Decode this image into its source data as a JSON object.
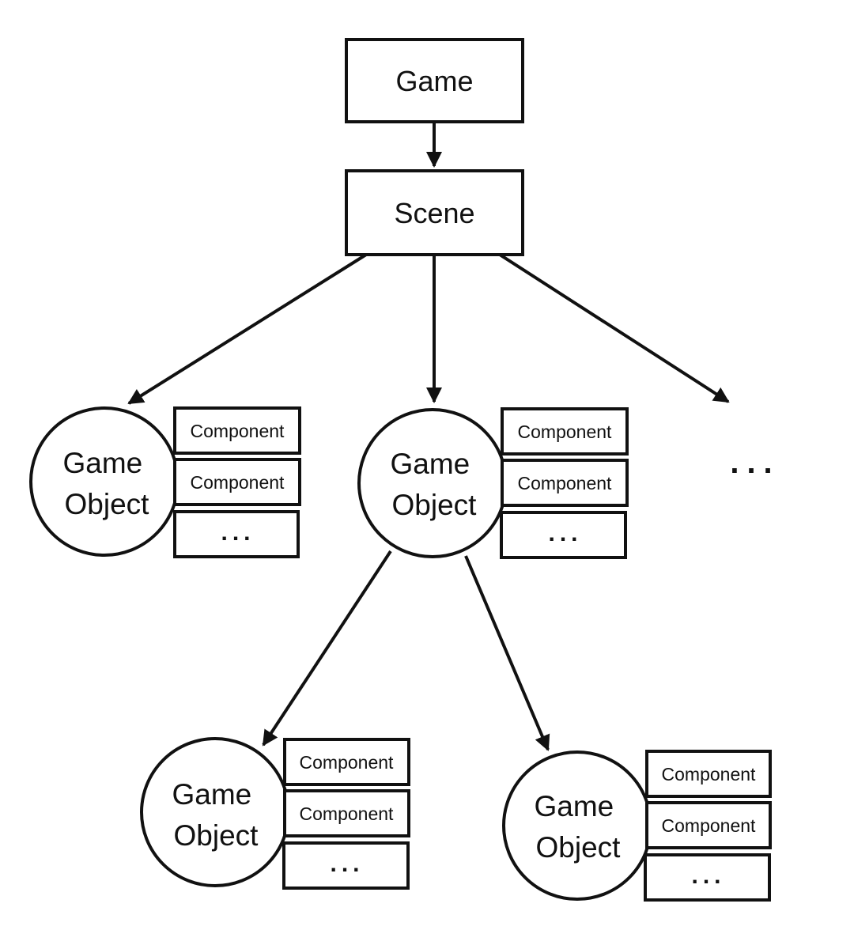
{
  "root": {
    "label": "Game"
  },
  "scene": {
    "label": "Scene"
  },
  "game_object": {
    "line1": "Game",
    "line2": "Object"
  },
  "component": {
    "label": "Component",
    "more": "..."
  },
  "sibling_more": "..."
}
